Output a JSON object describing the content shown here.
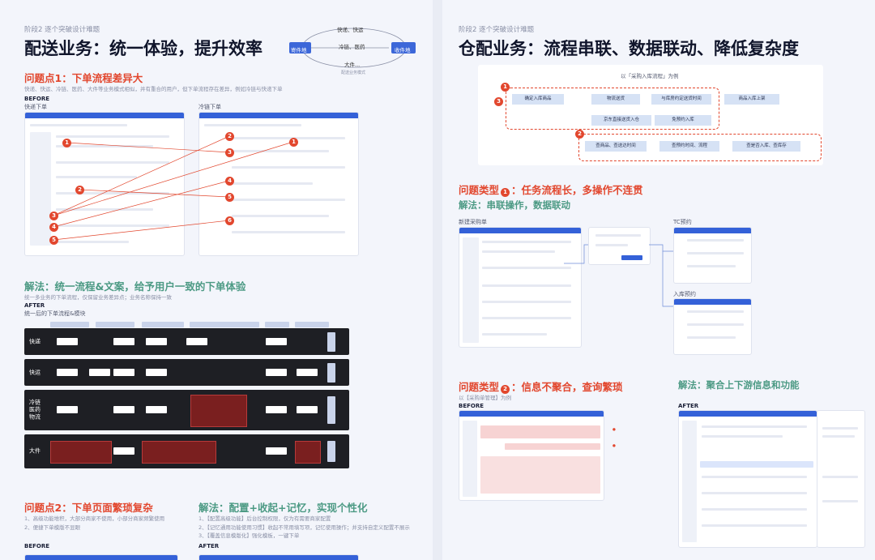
{
  "left": {
    "stage": "阶段2 逐个突破设计难题",
    "title": "配送业务：统一体验，提升效率",
    "diagram": {
      "sender": "寄件地",
      "receiver": "收件地",
      "top": "快递、快运",
      "middle": "冷链、医药",
      "bottom": "大件...",
      "caption": "配送业务模式"
    },
    "issue1": {
      "title": "问题点1：下单流程差异大",
      "desc": "快递、快运、冷链、医药、大件等业务模式相似，并有重合的用户，但下单流程存在差异，例如冷链与快递下单",
      "before": "BEFORE",
      "left_label": "快递下单",
      "right_label": "冷链下单",
      "badges_left": [
        "1",
        "2",
        "3",
        "4",
        "5"
      ],
      "badges_right": [
        "2",
        "3",
        "4",
        "5",
        "6",
        "1"
      ]
    },
    "solution1": {
      "title": "解法：统一流程&文案，给予用户一致的下单体验",
      "desc": "统一多业务的下单流程，仅保留业务差异点；业务名称保持一致",
      "after": "AFTER",
      "after_label": "统一后的下单流程&模块",
      "rows": [
        "快递",
        "快运",
        "冷链医药物流",
        "大件"
      ]
    },
    "issue2": {
      "title": "问题点2：下单页面繁琐复杂",
      "items": [
        "1、高级功能堆积，大部分商家不使用，小部分商家频繁使用",
        "2、便捷下单模版不显眼"
      ],
      "before": "BEFORE"
    },
    "solution2": {
      "title": "解法：配置+收起+记忆，实现个性化",
      "items": [
        "1、【配置高级功能】后台控制权限，仅为有需要商家配置",
        "2、【记忆通用功能使用习惯】收起不常用填写项，记忆使用操作；并支持自定义配置不展示",
        "3、【覆盖信息模版化】强化模板，一键下单"
      ],
      "after": "AFTER"
    }
  },
  "right": {
    "stage": "阶段2 逐个突破设计难题",
    "title": "仓配业务：流程串联、数据联动、降低复杂度",
    "flow": {
      "caption": "以「采购入库流程」为例",
      "boxes": [
        "确定入库商品",
        "物流送货",
        "与库房约定送货时间",
        "商品入库上架",
        "京东直接送货入仓",
        "免预约入库",
        "查商品、查送达时间",
        "查预约时间、流程",
        "查是否入库、查库存"
      ],
      "badges": [
        "1",
        "2",
        "3"
      ]
    },
    "issue1": {
      "title_prefix": "问题类型",
      "badge": "1",
      "title_suffix": "：任务流程长，多操作不连贯",
      "solution": "解法：串联操作，数据联动",
      "new_order": "新建采购单",
      "tc": "TC预约",
      "inbound": "入库预约"
    },
    "issue2": {
      "title_prefix": "问题类型",
      "badge": "2",
      "title_suffix": "：信息不聚合，查询繁琐",
      "example": "以【采购单管理】为例",
      "solution": "解法：聚合上下游信息和功能",
      "before": "BEFORE",
      "after": "AFTER"
    }
  },
  "colors": {
    "accent_red": "#e2472e",
    "accent_green": "#4c9a84",
    "brand_blue": "#3461d8"
  }
}
